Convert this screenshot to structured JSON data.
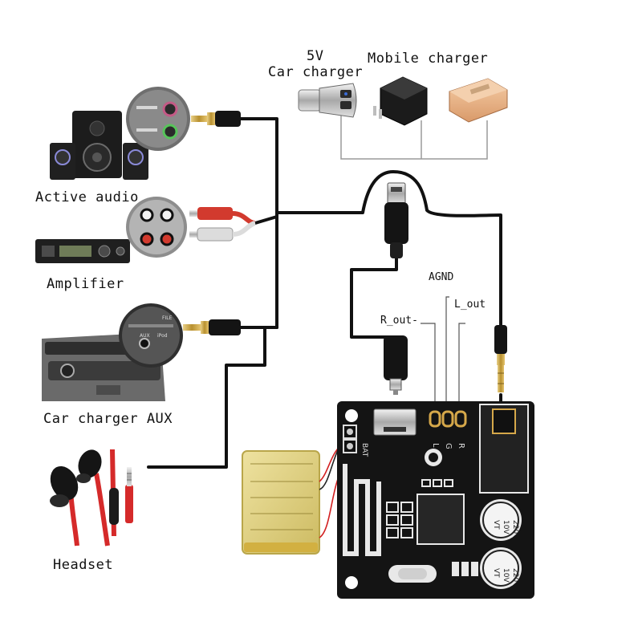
{
  "labels": {
    "car_charger_5v": "5V",
    "car_charger": "Car charger",
    "mobile_charger": "Mobile charger",
    "active_audio": "Active audio",
    "amplifier": "Amplifier",
    "car_charger_aux": "Car charger AUX",
    "headset": "Headset",
    "agnd": "AGND",
    "r_out": "R_out-",
    "l_out": "L_out",
    "aux_panel_aux": "AUX",
    "aux_panel_ipod": "iPod",
    "aux_panel_file": "FILE",
    "pin_l": "L",
    "pin_g": "G",
    "pin_r": "R",
    "bat": "BAT",
    "cap_value": "220",
    "cap_voltage": "10V",
    "cap_vt": "VT"
  },
  "colors": {
    "cable": "#111111",
    "power_line": "#9a9a9a",
    "board": "#141414",
    "board_trace": "#e8e8e8",
    "battery": "#d9c96a",
    "battery_edge": "#b9a64a",
    "red_cable": "#d23a2e",
    "white_cable": "#dcdcdc",
    "headset_red": "#d52a2a",
    "plug_gold": "#c8a24a",
    "power_bank": "#e9b48a",
    "wire_red": "#d22020"
  }
}
